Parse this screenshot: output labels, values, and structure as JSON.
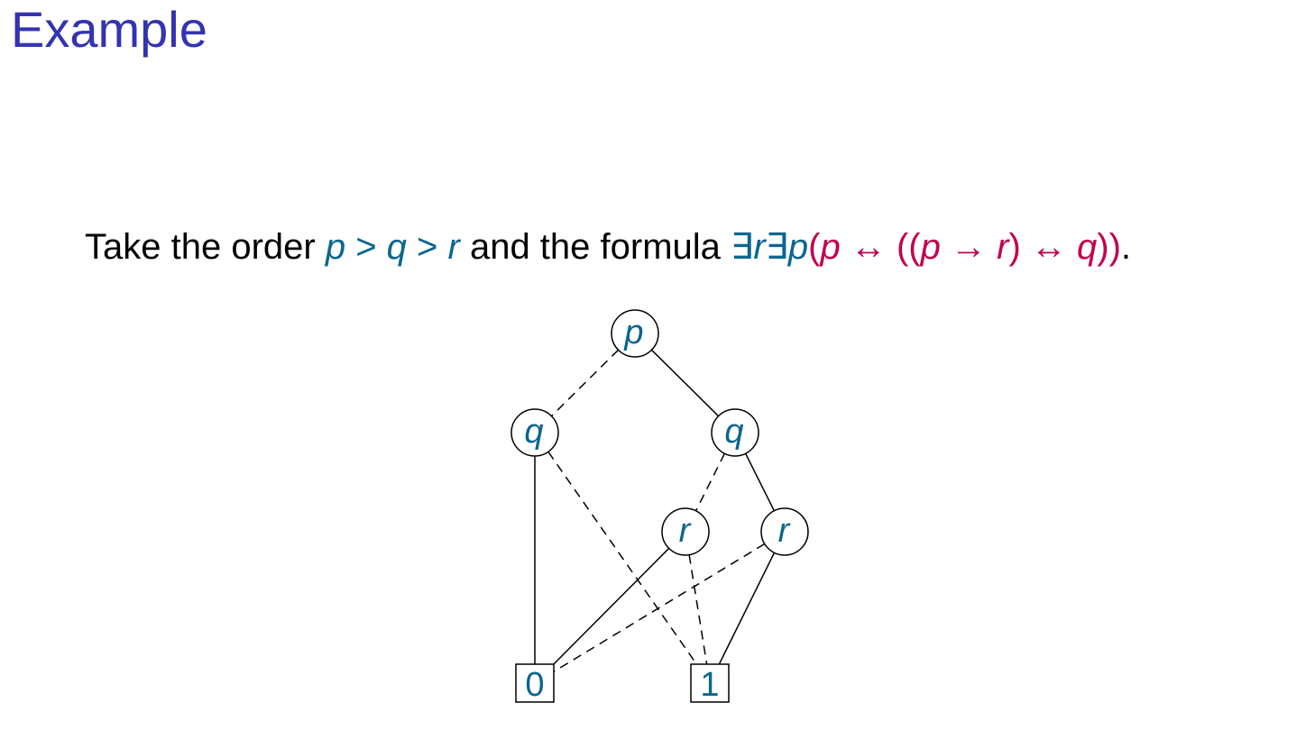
{
  "title": "Example",
  "sentence": {
    "lead": "Take the order ",
    "order": {
      "v1": "p",
      "gt1": " > ",
      "v2": "q",
      "gt2": " > ",
      "v3": "r"
    },
    "mid": " and the formula ",
    "formula": {
      "exists1": "∃",
      "qr": "r",
      "exists2": "∃",
      "qp": "p",
      "open": "(",
      "p1": "p",
      "iff1": " ↔ ",
      "open2": "((",
      "p2": "p",
      "imp": " → ",
      "r1": "r",
      "close1": ")",
      "iff2": " ↔ ",
      "q1": "q",
      "close2": "))"
    },
    "end": "."
  },
  "diagram": {
    "nodes": [
      {
        "id": "p",
        "label": "p"
      },
      {
        "id": "q1",
        "label": "q"
      },
      {
        "id": "q2",
        "label": "q"
      },
      {
        "id": "r1",
        "label": "r"
      },
      {
        "id": "r2",
        "label": "r"
      }
    ],
    "leaves": [
      {
        "id": "zero",
        "label": "0"
      },
      {
        "id": "one",
        "label": "1"
      }
    ],
    "edges": [
      {
        "from": "p",
        "to": "q1",
        "style": "dashed"
      },
      {
        "from": "p",
        "to": "q2",
        "style": "solid"
      },
      {
        "from": "q1",
        "to": "one",
        "style": "dashed"
      },
      {
        "from": "q1",
        "to": "zero",
        "style": "solid"
      },
      {
        "from": "q2",
        "to": "r1",
        "style": "dashed"
      },
      {
        "from": "q2",
        "to": "r2",
        "style": "solid"
      },
      {
        "from": "r1",
        "to": "one",
        "style": "dashed"
      },
      {
        "from": "r1",
        "to": "zero",
        "style": "solid"
      },
      {
        "from": "r2",
        "to": "zero",
        "style": "dashed"
      },
      {
        "from": "r2",
        "to": "one",
        "style": "solid"
      }
    ]
  }
}
